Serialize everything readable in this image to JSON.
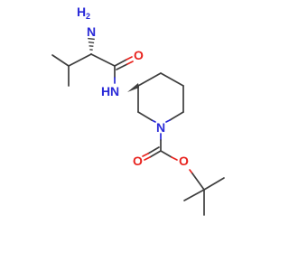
{
  "colors": {
    "bond": "#3d3d3d",
    "nitrogen": "#2a2ad8",
    "oxygen": "#e8231e",
    "background": "#ffffff"
  },
  "atoms": {
    "amine_n": "N",
    "amine_h": "H",
    "amine_h_count": "2",
    "amide_o": "O",
    "amide_nh": "N",
    "amide_h": "H",
    "ring_n": "N",
    "carbonyl_o": "O",
    "ester_o": "O"
  }
}
